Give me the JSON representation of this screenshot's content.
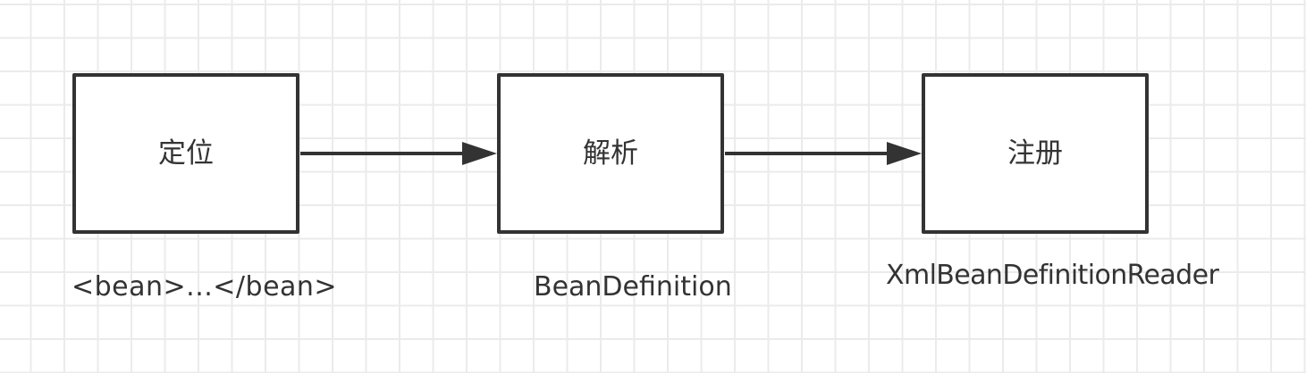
{
  "diagram": {
    "type": "flowchart",
    "direction": "left-to-right",
    "colors": {
      "stroke": "#333333",
      "text": "#333333",
      "background": "#ffffff",
      "grid": "#ebebeb"
    },
    "nodes": [
      {
        "id": "locate",
        "label": "定位",
        "caption": "<bean>...</bean>"
      },
      {
        "id": "parse",
        "label": "解析",
        "caption": "BeanDefinition"
      },
      {
        "id": "register",
        "label": "注册",
        "caption": "XmlBeanDefinitionReader"
      }
    ],
    "edges": [
      {
        "from": "locate",
        "to": "parse",
        "arrow": "filled-triangle"
      },
      {
        "from": "parse",
        "to": "register",
        "arrow": "filled-triangle"
      }
    ]
  }
}
